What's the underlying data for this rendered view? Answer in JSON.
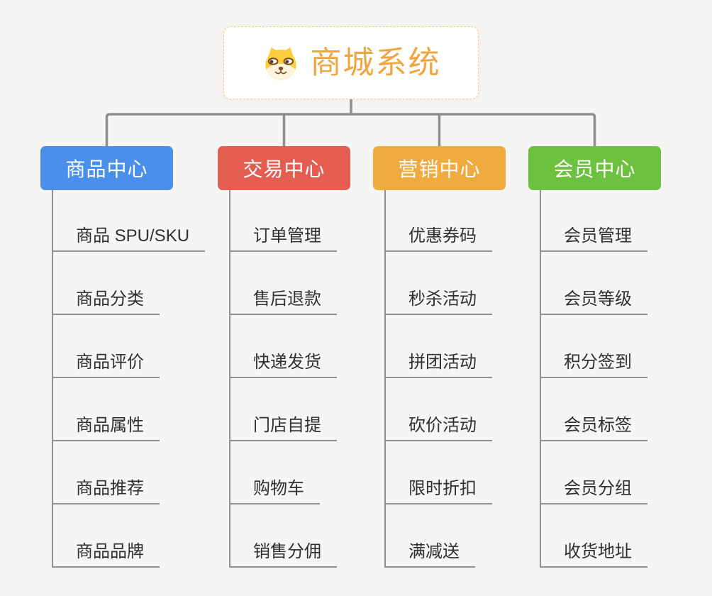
{
  "page": {
    "background": "#f5f5f4"
  },
  "root": {
    "title": "商城系统",
    "icon": "shiba-dog-face",
    "accent_color": "#f0a541",
    "border_color": "#f3c883"
  },
  "connector_color": "#8f8f8f",
  "sub_line_color": "#909090",
  "branches": [
    {
      "label": "商品中心",
      "color": "#4a8fea",
      "items": [
        "商品 SPU/SKU",
        "商品分类",
        "商品评价",
        "商品属性",
        "商品推荐",
        "商品品牌"
      ]
    },
    {
      "label": "交易中心",
      "color": "#e55c51",
      "items": [
        "订单管理",
        "售后退款",
        "快递发货",
        "门店自提",
        "购物车",
        "销售分佣"
      ]
    },
    {
      "label": "营销中心",
      "color": "#efab3f",
      "items": [
        "优惠券码",
        "秒杀活动",
        "拼团活动",
        "砍价活动",
        "限时折扣",
        "满减送"
      ]
    },
    {
      "label": "会员中心",
      "color": "#6cc13e",
      "items": [
        "会员管理",
        "会员等级",
        "积分签到",
        "会员标签",
        "会员分组",
        "收货地址"
      ]
    }
  ]
}
